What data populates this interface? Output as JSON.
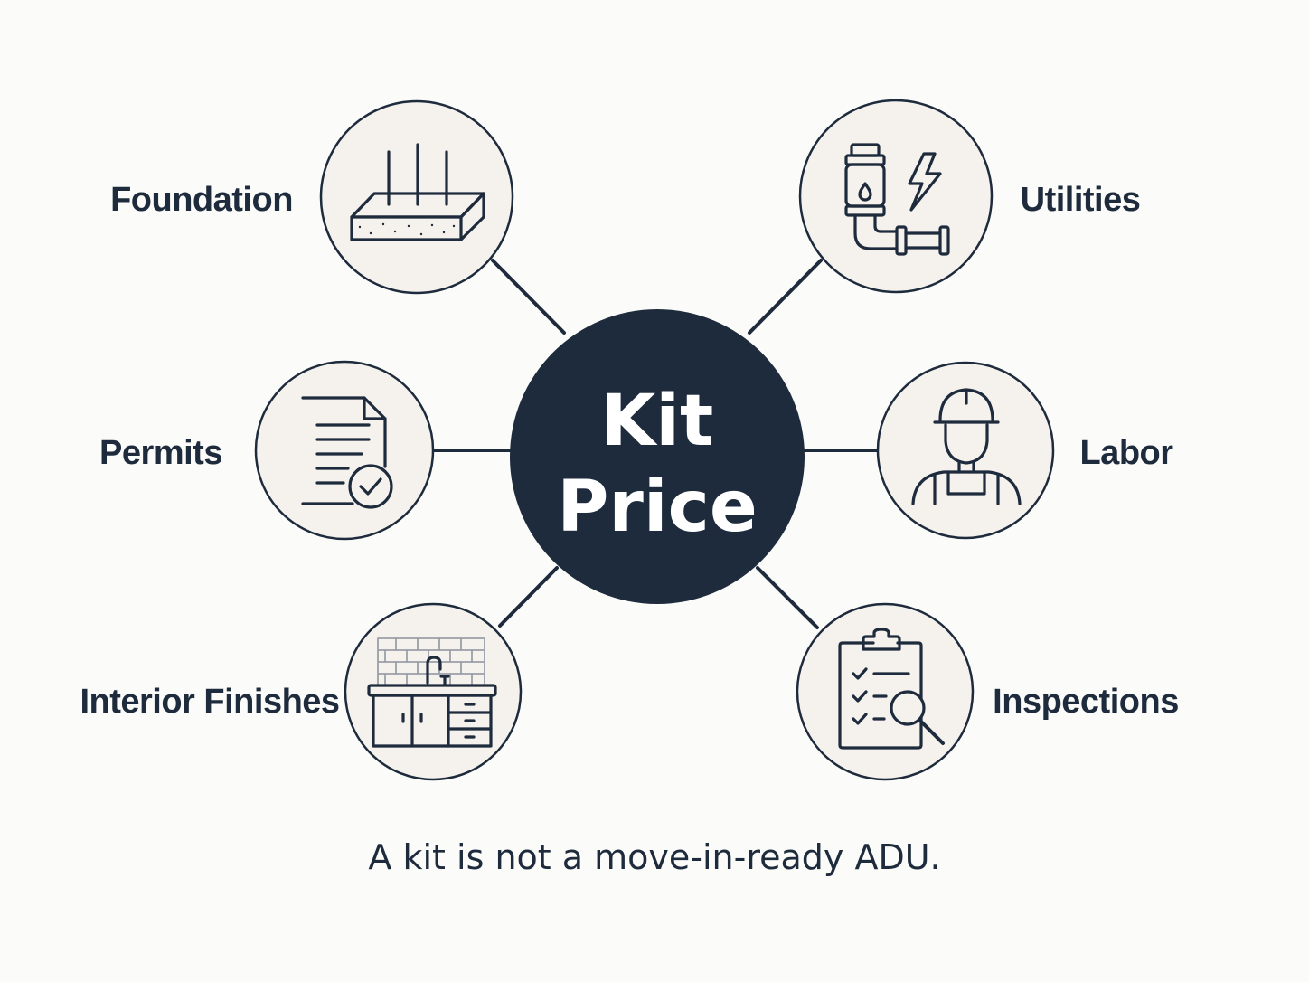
{
  "colors": {
    "background": "#fbfbfa",
    "ink": "#1e2b3c",
    "node_fill": "#f5f2ed",
    "center_fill": "#1e2b3c",
    "center_text": "#ffffff"
  },
  "center": {
    "line1": "Kit",
    "line2": "Price"
  },
  "nodes": [
    {
      "label": "Foundation",
      "icon": "foundation-icon"
    },
    {
      "label": "Utilities",
      "icon": "utilities-icon"
    },
    {
      "label": "Permits",
      "icon": "permits-icon"
    },
    {
      "label": "Labor",
      "icon": "labor-icon"
    },
    {
      "label": "Interior Finishes",
      "icon": "interior-finishes-icon"
    },
    {
      "label": "Inspections",
      "icon": "inspections-icon"
    }
  ],
  "caption": "A kit is not a move-in-ready ADU."
}
